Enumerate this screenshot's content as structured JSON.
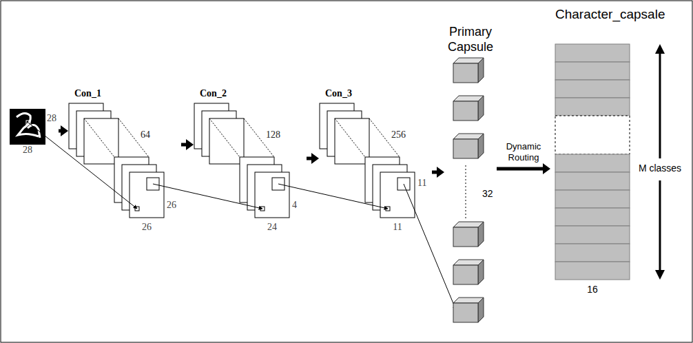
{
  "diagram": {
    "nodes": [
      {
        "text": [
          "28",
          "28"
        ]
      },
      {
        "text": [
          "Con_1",
          "64",
          "26",
          "26"
        ]
      },
      {
        "text": [
          "Con_2",
          "128",
          "4",
          "24"
        ]
      },
      {
        "text": [
          "Con_3",
          "256",
          "11",
          "11"
        ]
      },
      {
        "text": [
          "Primary Capsule",
          "32"
        ]
      },
      {
        "text": [
          "Character_capsale",
          "M classes",
          "16"
        ]
      }
    ],
    "edges": [
      {
        "from": 0,
        "to": 1,
        "arrow": "to"
      },
      {
        "from": 1,
        "to": 2,
        "arrow": "to"
      },
      {
        "from": 2,
        "to": 3,
        "arrow": "to"
      },
      {
        "from": 3,
        "to": 4,
        "arrow": "to"
      },
      {
        "from": 4,
        "to": 5,
        "label": "Dynamic Routing",
        "arrow": "to"
      }
    ]
  }
}
